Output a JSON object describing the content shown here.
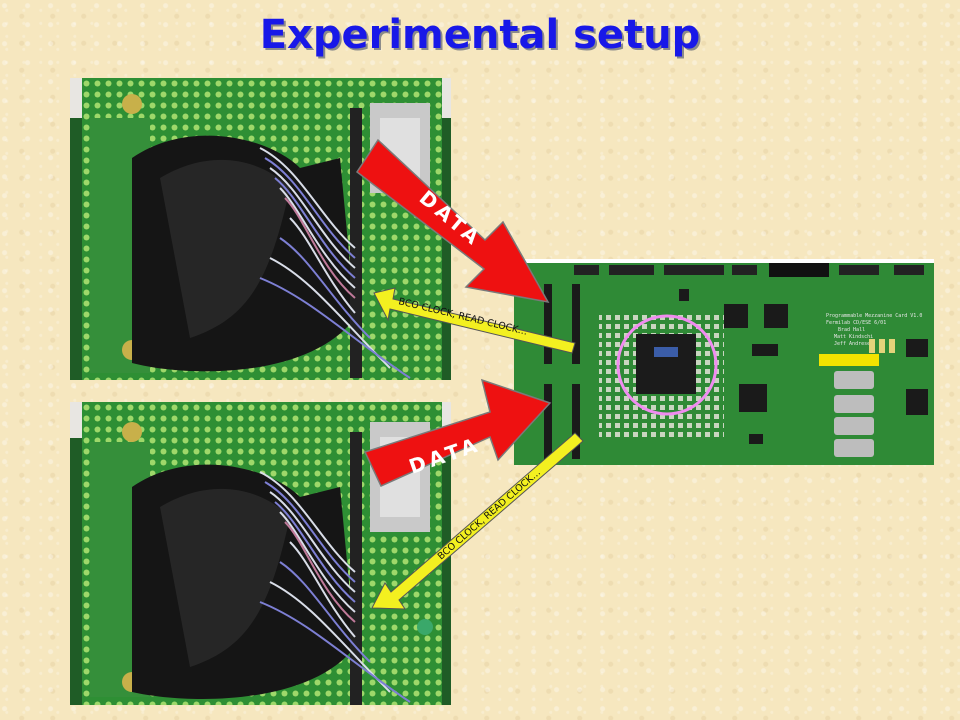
{
  "slide": {
    "title": "Experimental setup"
  },
  "photos": {
    "top": {
      "name": "sensor-board-photo-top"
    },
    "bottom": {
      "name": "sensor-board-photo-bottom"
    },
    "card": {
      "name": "programmable-mezzanine-card-photo"
    }
  },
  "card_silkscreen": {
    "line1": "Programmable Mezzanine Card V1.0",
    "line2": "Fermilab  CD/ESE  6/01",
    "line3": "Brad Hall",
    "line4": "Matt Kindschi",
    "line5": "Jeff Andresen"
  },
  "arrows": {
    "data_top": "DATA",
    "data_bottom": "DATA",
    "clock_top": "BCO CLOCK, READ CLOCK…",
    "clock_bottom": "BCO CLOCK, READ CLOCK…"
  },
  "colors": {
    "title": "#1818e8",
    "data_arrow": "#ee1111",
    "clock_arrow": "#f3f020",
    "highlight_circle": "#f08cf0",
    "pcb_green": "#2f8a36"
  }
}
